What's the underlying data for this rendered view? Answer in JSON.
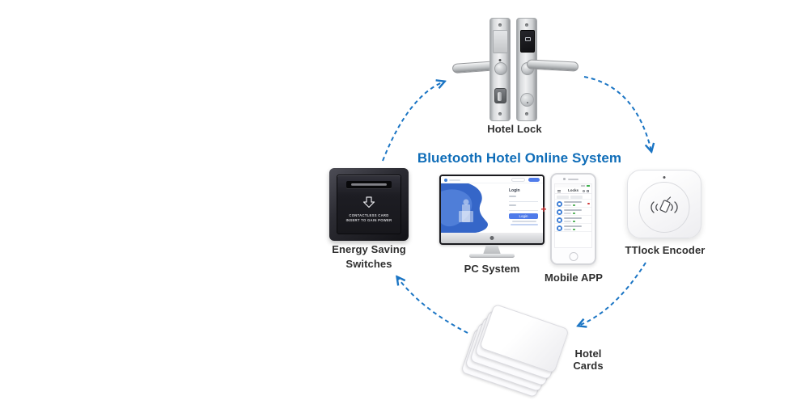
{
  "title": {
    "text": "Bluetooth Hotel Online System",
    "color": "#0f6db8"
  },
  "connector": {
    "color": "#1b75c4",
    "style": "dashed-curved-arrow"
  },
  "connections": [
    {
      "from": "energy-saving-switches",
      "to": "hotel-lock"
    },
    {
      "from": "hotel-lock",
      "to": "ttlock-encoder"
    },
    {
      "from": "ttlock-encoder",
      "to": "hotel-cards"
    },
    {
      "from": "hotel-cards",
      "to": "energy-saving-switches"
    }
  ],
  "nodes": {
    "hotel_lock": {
      "label": "Hotel Lock"
    },
    "ttlock_encoder": {
      "label": "TTlock Encoder"
    },
    "energy_saving_switches": {
      "label_line1": "Energy Saving",
      "label_line2": "Switches",
      "panel_text_line1": "CONTACTLESS CARD",
      "panel_text_line2": "INSERT TO GAIN POWER"
    },
    "pc_system": {
      "label": "PC System",
      "screen": {
        "login_heading": "Login",
        "login_button": "Login"
      }
    },
    "mobile_app": {
      "label": "Mobile APP",
      "screen": {
        "nav_title": "Locks",
        "list_rows": 4
      }
    },
    "hotel_cards": {
      "label": "Hotel Cards",
      "card_count": 5
    },
    "plus_separator": "+"
  },
  "icons": {
    "switch_arrow": "insert-card-down-arrow",
    "encoder_icon": "rfid-card-with-waves",
    "imac_logo": "apple-logo",
    "phone_home": "home-button"
  },
  "colors": {
    "app_icon_blue": "#3f7fd6",
    "button_blue": "#4f7bea",
    "alert_red": "#c92a2a",
    "battery_green": "#3db14d"
  }
}
